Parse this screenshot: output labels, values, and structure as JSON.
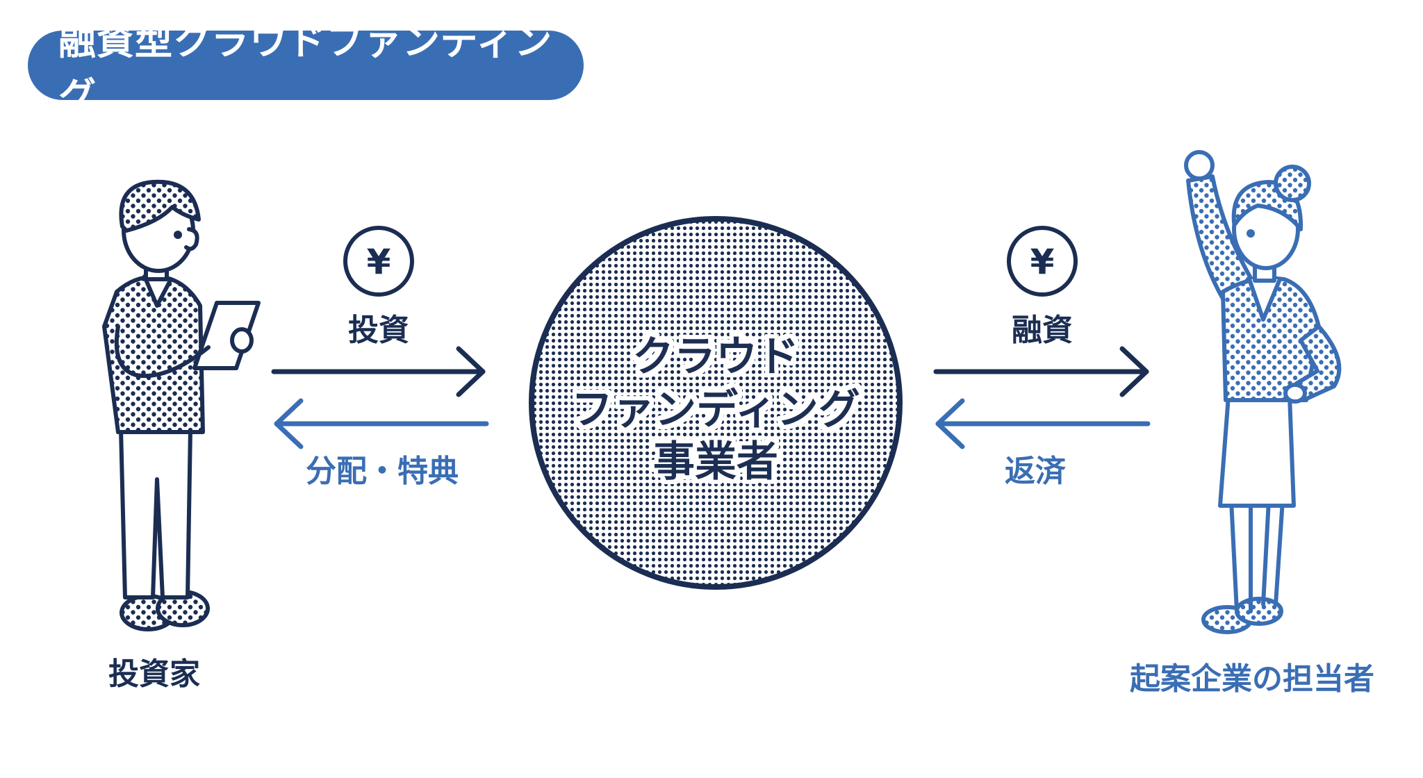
{
  "title": "融資型クラウドファンディング",
  "center": {
    "line1": "クラウド",
    "line2": "ファンディング",
    "line3": "事業者"
  },
  "left_flow": {
    "yen_symbol": "¥",
    "top_label": "投資",
    "bottom_label": "分配・特典"
  },
  "right_flow": {
    "yen_symbol": "¥",
    "top_label": "融資",
    "bottom_label": "返済"
  },
  "investor": {
    "label": "投資家"
  },
  "company": {
    "label": "起案企業の担当者"
  },
  "colors": {
    "navy": "#1b2d52",
    "blue": "#3a6eb4",
    "white": "#ffffff"
  }
}
